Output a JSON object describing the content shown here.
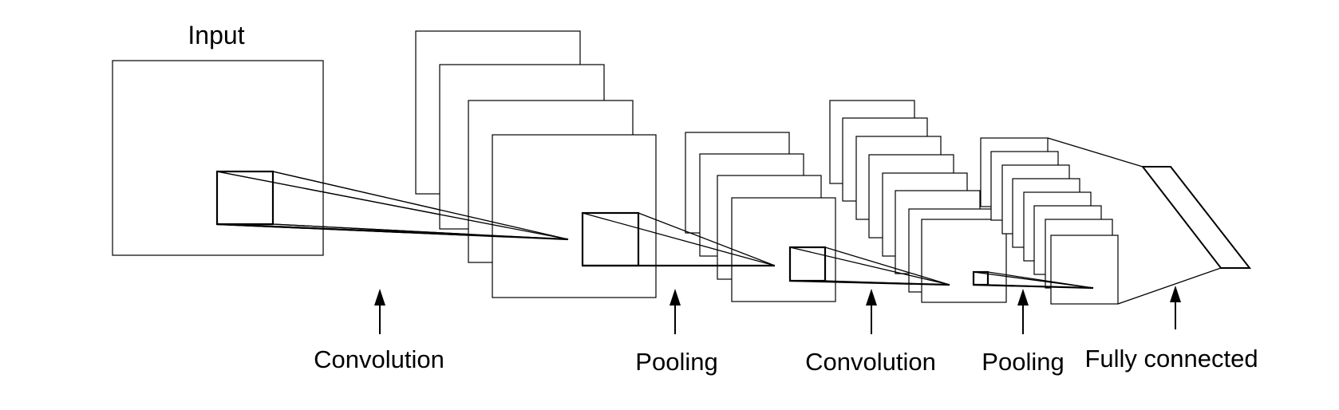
{
  "diagram": {
    "input_label": "Input",
    "stage_labels": {
      "conv1": "Convolution",
      "pool1": "Pooling",
      "conv2": "Convolution",
      "pool2": "Pooling",
      "fc": "Fully connected"
    }
  }
}
